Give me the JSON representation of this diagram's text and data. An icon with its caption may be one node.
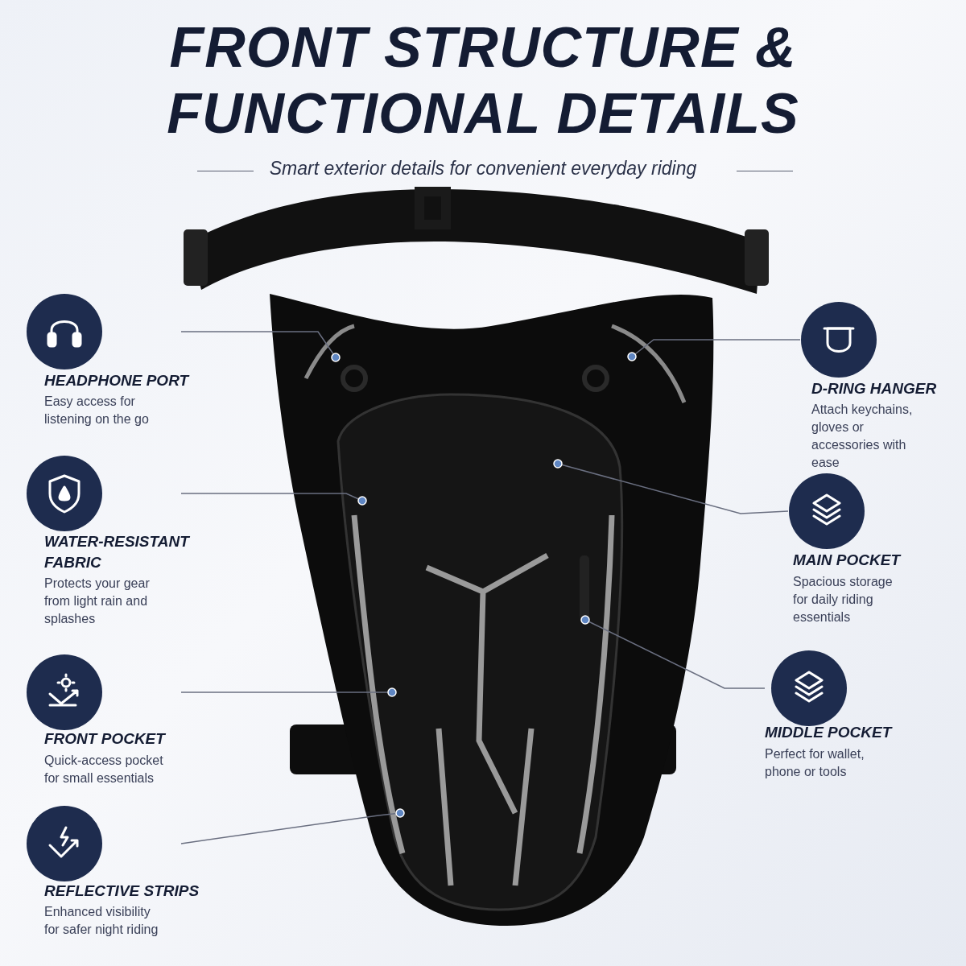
{
  "diagram": {
    "title": "FRONT STRUCTURE & FUNCTIONAL DETAILS",
    "nodes": [
      {
        "text": [
          "HEADPHONE PORT",
          "Easy access for listening on the go"
        ]
      },
      {
        "text": [
          "D-RING HANGER",
          "Attach keychains, gloves or accessories with ease"
        ]
      },
      {
        "text": [
          "WATER-RESISTANT FABRIC",
          "Protects your gear from light rain and splashes"
        ]
      },
      {
        "text": [
          "MAIN POCKET",
          "Spacious storage for daily riding essentials"
        ]
      },
      {
        "text": [
          "FRONT POCKET",
          "Quick-access pocket for small essentials"
        ]
      },
      {
        "text": [
          "MIDDLE POCKET",
          "Perfect for wallet, phone or tools"
        ]
      },
      {
        "text": [
          "REFLECTIVE STRIPS",
          "Enhanced visibility for safer night riding"
        ]
      }
    ],
    "edges": [
      {
        "from": 0,
        "to": null,
        "arrow": "other"
      },
      {
        "from": 1,
        "to": null,
        "arrow": "other"
      },
      {
        "from": 2,
        "to": null,
        "arrow": "other"
      },
      {
        "from": 3,
        "to": null,
        "arrow": "other"
      },
      {
        "from": 4,
        "to": null,
        "arrow": "other"
      },
      {
        "from": 5,
        "to": null,
        "arrow": "other"
      },
      {
        "from": 6,
        "to": null,
        "arrow": "other"
      }
    ],
    "labels": [
      "Smart exterior details for convenient everyday riding"
    ]
  }
}
